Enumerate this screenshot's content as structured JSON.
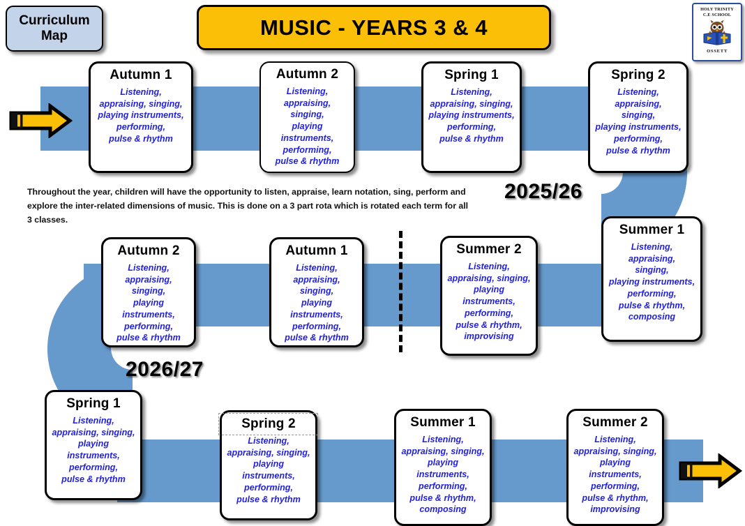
{
  "header": {
    "curriculum_chip": "Curriculum\nMap",
    "curriculum_chip_line1": "Curriculum",
    "curriculum_chip_line2": "Map",
    "title": "MUSIC - YEARS 3 & 4",
    "logo": {
      "line1": "HOLY TRINITY",
      "line2": "C.E SCHOOL",
      "line3": "OSSETT",
      "icon": "owl-with-book-logo"
    }
  },
  "description": "Throughout the year, children will have the opportunity to listen, appraise, learn notation, sing, perform and explore the inter-related dimensions of music. This is done on a 3 part rota which is rotated each term for all 3 classes.",
  "year_labels": [
    {
      "id": "year-2025",
      "text": "2025/26"
    },
    {
      "id": "year-2027",
      "text": "2026/27"
    }
  ],
  "colors": {
    "ribbon_blue": "#6699CC",
    "banner_yellow": "#FBBF07",
    "chip_blue": "#C3D4EA",
    "body_text_blue": "#2222DD",
    "arrow_gold": "#FBBF07",
    "outline_black": "#000000"
  },
  "icons": {
    "arrow_start": "right-arrow-icon",
    "arrow_end": "right-arrow-icon",
    "divider": "dashed-divider-icon"
  },
  "rows": [
    {
      "id": "row-1",
      "boxes": [
        {
          "title": "Autumn 1",
          "body": "Listening,\nappraising, singing,\nplaying instruments,\nperforming,\npulse & rhythm",
          "lines": [
            "Listening,",
            "appraising, singing,",
            "playing instruments,",
            "performing,",
            "pulse & rhythm"
          ]
        },
        {
          "title": "Autumn 2",
          "body": "Listening, appraising,\nsinging,\nplaying instruments,\nperforming,\npulse & rhythm",
          "lines": [
            "Listening, appraising,",
            "singing,",
            "playing instruments,",
            "performing,",
            "pulse & rhythm"
          ]
        },
        {
          "title": "Spring 1",
          "body": "Listening,\nappraising, singing,\nplaying instruments,\nperforming,\npulse & rhythm",
          "lines": [
            "Listening,",
            "appraising, singing,",
            "playing instruments,",
            "performing,",
            "pulse & rhythm"
          ]
        },
        {
          "title": "Spring 2",
          "body": "Listening, appraising,\nsinging,\nplaying instruments,\nperforming,\npulse & rhythm",
          "lines": [
            "Listening, appraising,",
            "singing,",
            "playing instruments,",
            "performing,",
            "pulse & rhythm"
          ]
        }
      ]
    },
    {
      "id": "row-2",
      "boxes": [
        {
          "title": "Summer 1",
          "body": "Listening, appraising,\nsinging,\nplaying instruments,\nperforming,\npulse & rhythm,\ncomposing",
          "lines": [
            "Listening, appraising,",
            "singing,",
            "playing instruments,",
            "performing,",
            "pulse & rhythm,",
            "composing"
          ]
        },
        {
          "title": "Summer 2",
          "body": "Listening,\nappraising, singing,\nplaying instruments,\nperforming,\npulse & rhythm,\nimprovising",
          "lines": [
            "Listening,",
            "appraising, singing,",
            "playing instruments,",
            "performing,",
            "pulse & rhythm,",
            "improvising"
          ]
        },
        {
          "title": "Autumn 1",
          "body": "Listening,\nappraising, singing,\nplaying instruments,\nperforming,\npulse & rhythm",
          "lines": [
            "Listening,",
            "appraising, singing,",
            "playing instruments,",
            "performing,",
            "pulse & rhythm"
          ]
        },
        {
          "title": "Autumn 2",
          "body": "Listening,\nappraising, singing,\nplaying instruments,\nperforming,\npulse & rhythm",
          "lines": [
            "Listening,",
            "appraising, singing,",
            "playing instruments,",
            "performing,",
            "pulse & rhythm"
          ]
        }
      ]
    },
    {
      "id": "row-3",
      "boxes": [
        {
          "title": "Spring 1",
          "body": "Listening,\nappraising, singing,\nplaying instruments,\nperforming,\npulse & rhythm",
          "lines": [
            "Listening,",
            "appraising, singing,",
            "playing instruments,",
            "performing,",
            "pulse & rhythm"
          ]
        },
        {
          "title": "Spring 2",
          "body": "Listening,\nappraising, singing,\nplaying instruments,\nperforming,\npulse & rhythm",
          "lines": [
            "Listening,",
            "appraising, singing,",
            "playing instruments,",
            "performing,",
            "pulse & rhythm"
          ]
        },
        {
          "title": "Summer 1",
          "body": "Listening,\nappraising, singing,\nplaying instruments,\nperforming,\npulse & rhythm,\ncomposing",
          "lines": [
            "Listening,",
            "appraising, singing,",
            "playing instruments,",
            "performing,",
            "pulse & rhythm,",
            "composing"
          ]
        },
        {
          "title": "Summer 2",
          "body": "Listening,\nappraising, singing,\nplaying instruments,\nperforming,\npulse & rhythm,\nimprovising",
          "lines": [
            "Listening,",
            "appraising, singing,",
            "playing instruments,",
            "performing,",
            "pulse & rhythm,",
            "improvising"
          ]
        }
      ]
    }
  ]
}
